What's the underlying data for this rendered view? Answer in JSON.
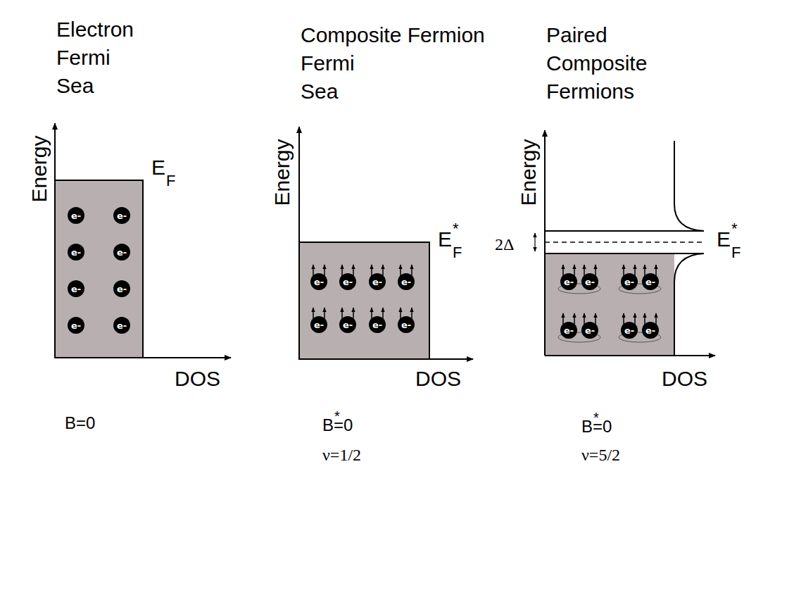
{
  "diagram": {
    "nodes": [
      {
        "text": [
          "e-"
        ]
      },
      {
        "text": [
          "e-"
        ]
      },
      {
        "text": [
          "e-"
        ]
      },
      {
        "text": [
          "e-"
        ]
      },
      {
        "text": [
          "e-"
        ]
      },
      {
        "text": [
          "e-"
        ]
      },
      {
        "text": [
          "e-"
        ]
      },
      {
        "text": [
          "e-"
        ]
      },
      {
        "text": [
          "e-"
        ]
      },
      {
        "text": [
          "e-"
        ]
      },
      {
        "text": [
          "e-"
        ]
      },
      {
        "text": [
          "e-"
        ]
      },
      {
        "text": [
          "e-"
        ]
      },
      {
        "text": [
          "e-"
        ]
      },
      {
        "text": [
          "e-"
        ]
      },
      {
        "text": [
          "e-"
        ]
      },
      {
        "text": [
          "e-"
        ]
      },
      {
        "text": [
          "e-"
        ]
      },
      {
        "text": [
          "e-"
        ]
      },
      {
        "text": [
          "e-"
        ]
      },
      {
        "text": [
          "e-"
        ]
      },
      {
        "text": [
          "e-"
        ]
      },
      {
        "text": [
          "e-"
        ]
      },
      {
        "text": [
          "e-"
        ]
      }
    ],
    "labels": [
      "Electron Fermi Sea",
      "Composite Fermion Fermi Sea",
      "Paired Composite Fermions",
      "Energy",
      "Energy",
      "Energy",
      "E",
      "F",
      "E",
      "*",
      "F",
      "E",
      "*",
      "F",
      "DOS",
      "DOS",
      "DOS",
      "2Δ",
      "B=0",
      "B",
      "*",
      "=0",
      "ν=1/2",
      "B",
      "*",
      "=0",
      "ν=5/2"
    ]
  }
}
